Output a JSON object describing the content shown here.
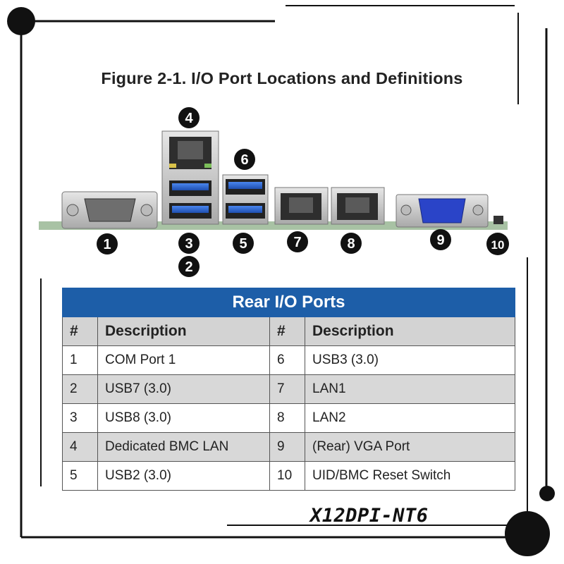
{
  "figure_title": "Figure 2-1. I/O Port Locations and Definitions",
  "callouts": [
    "1",
    "2",
    "3",
    "4",
    "5",
    "6",
    "7",
    "8",
    "9",
    "10"
  ],
  "table": {
    "banner": "Rear I/O Ports",
    "headers": [
      "#",
      "Description",
      "#",
      "Description"
    ],
    "rows": [
      [
        "1",
        "COM Port 1",
        "6",
        "USB3 (3.0)"
      ],
      [
        "2",
        "USB7 (3.0)",
        "7",
        "LAN1"
      ],
      [
        "3",
        "USB8 (3.0)",
        "8",
        "LAN2"
      ],
      [
        "4",
        "Dedicated BMC LAN",
        "9",
        "(Rear) VGA Port"
      ],
      [
        "5",
        "USB2 (3.0)",
        "10",
        "UID/BMC Reset Switch"
      ]
    ]
  },
  "model_label": "X12DPI-NT6",
  "colors": {
    "banner": "#1d5ea8",
    "shade": "#d8d8d8",
    "vga_blue": "#2a44c8",
    "usb_blue": "#1f5fd1"
  }
}
